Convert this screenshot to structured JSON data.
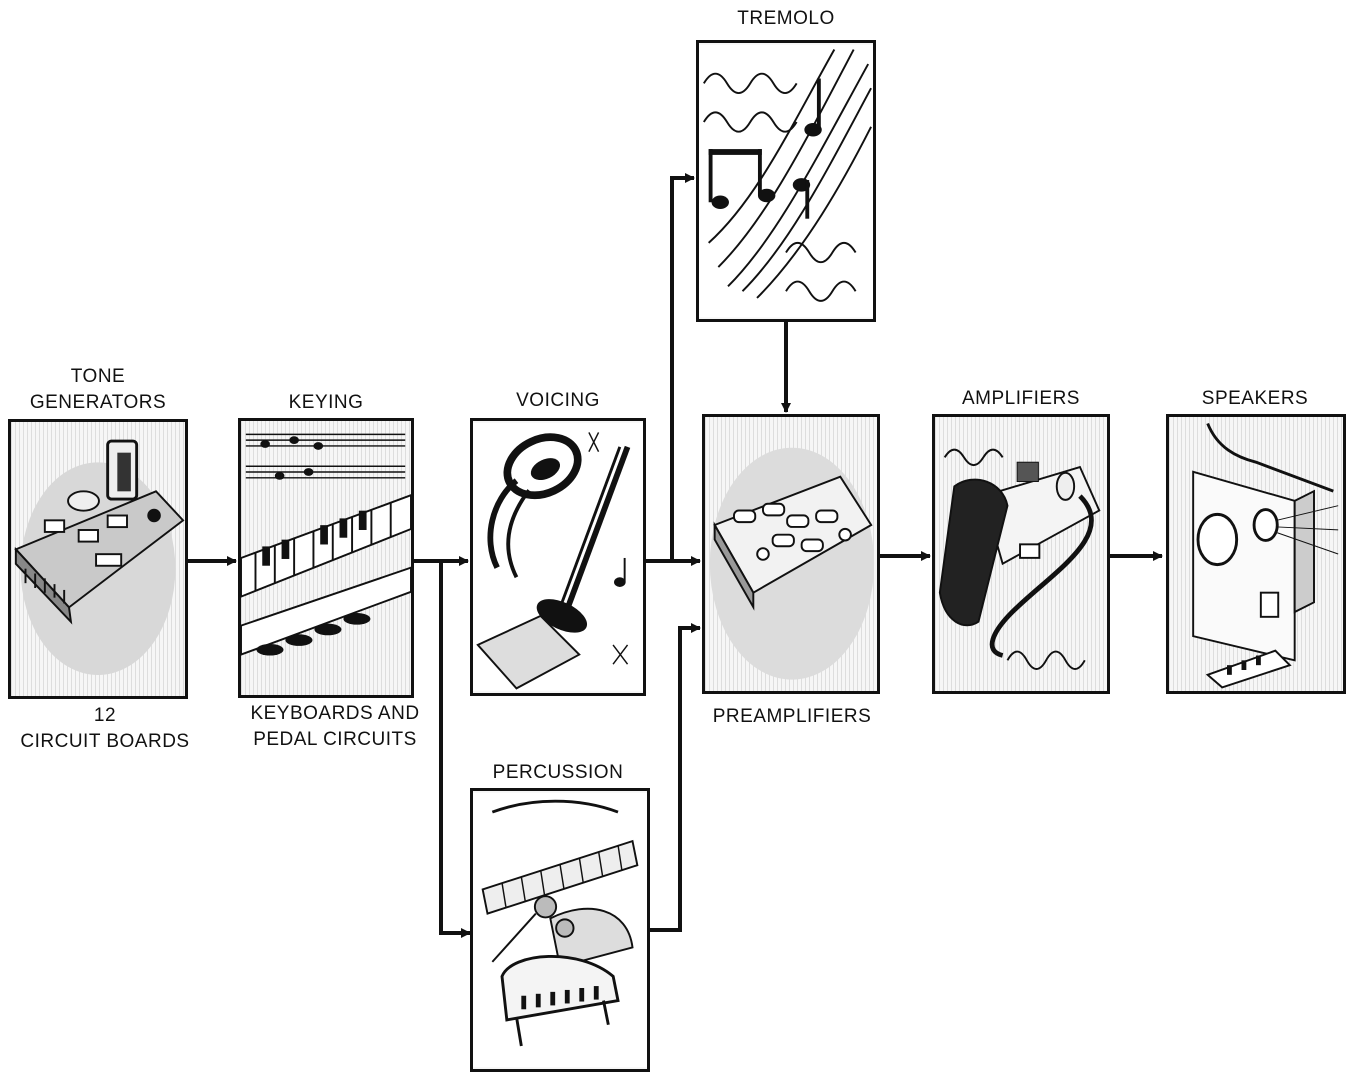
{
  "blocks": {
    "tone_generators": {
      "title_line1": "TONE",
      "title_line2": "GENERATORS",
      "caption_line1": "12",
      "caption_line2": "CIRCUIT BOARDS"
    },
    "keying": {
      "title": "KEYING",
      "caption_line1": "KEYBOARDS AND",
      "caption_line2": "PEDAL CIRCUITS"
    },
    "voicing": {
      "title": "VOICING"
    },
    "percussion": {
      "title": "PERCUSSION"
    },
    "tremolo": {
      "title": "TREMOLO"
    },
    "preamplifiers": {
      "caption": "PREAMPLIFIERS"
    },
    "amplifiers": {
      "title": "AMPLIFIERS"
    },
    "speakers": {
      "title": "SPEAKERS"
    }
  }
}
